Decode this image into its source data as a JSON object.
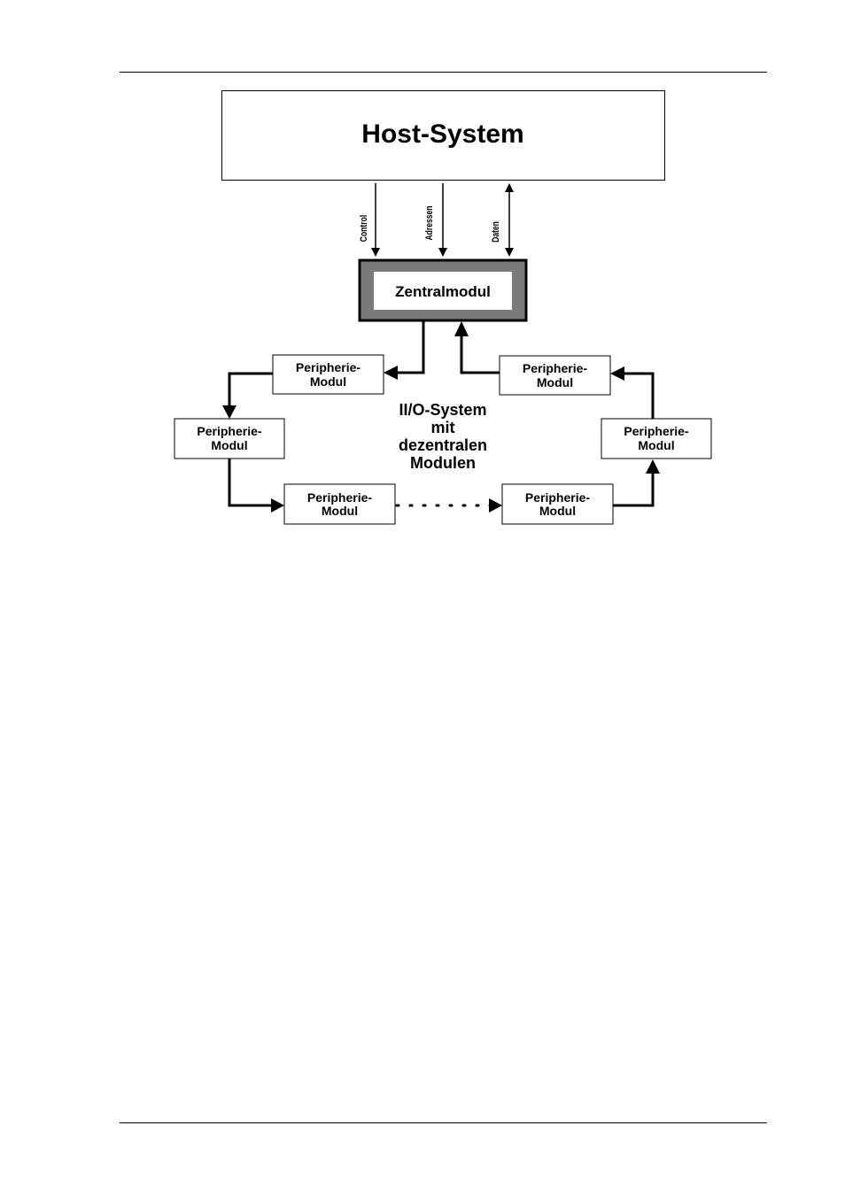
{
  "diagram": {
    "host": {
      "label": "Host-System"
    },
    "bus_labels": {
      "control": "Control",
      "addresses": "Adressen",
      "data": "Daten"
    },
    "central": {
      "label": "Zentralmodul"
    },
    "center_text": {
      "line1": "II/O-System",
      "line2": "mit",
      "line3": "dezentralen",
      "line4": "Modulen"
    },
    "peripheral_modules": [
      {
        "line1": "Peripherie-",
        "line2": "Modul"
      },
      {
        "line1": "Peripherie-",
        "line2": "Modul"
      },
      {
        "line1": "Peripherie-",
        "line2": "Modul"
      },
      {
        "line1": "Peripherie-",
        "line2": "Modul"
      },
      {
        "line1": "Peripherie-",
        "line2": "Modul"
      },
      {
        "line1": "Peripherie-",
        "line2": "Modul"
      }
    ]
  }
}
